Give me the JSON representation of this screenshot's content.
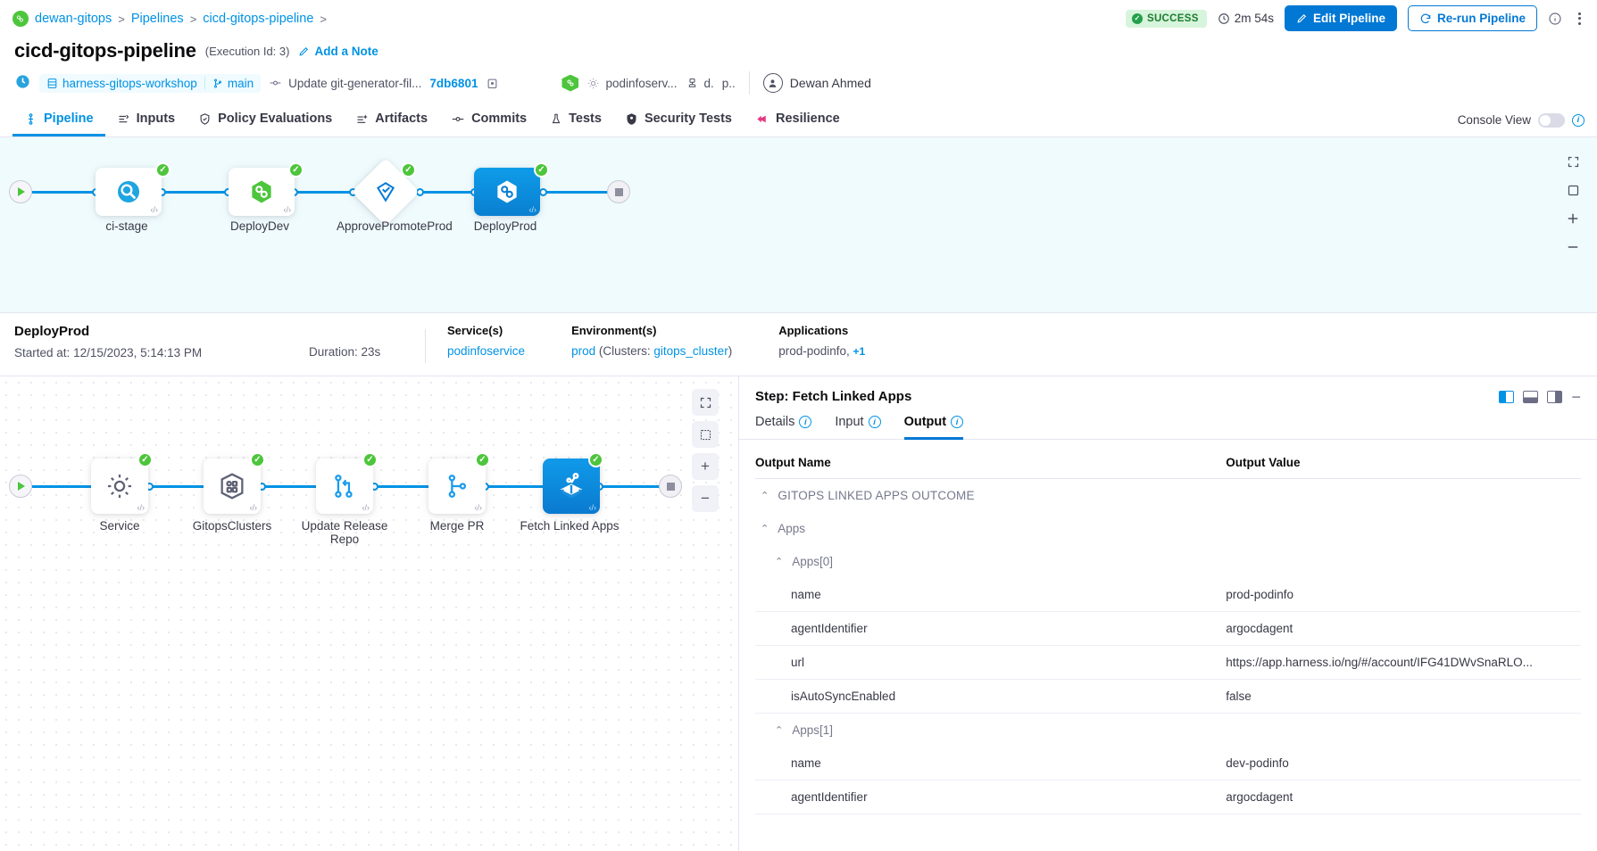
{
  "breadcrumb": {
    "items": [
      "dewan-gitops",
      "Pipelines",
      "cicd-gitops-pipeline"
    ],
    "separator": ">"
  },
  "header": {
    "status": "SUCCESS",
    "duration": "2m 54s",
    "edit_label": "Edit Pipeline",
    "rerun_label": "Re-run Pipeline"
  },
  "title": {
    "name": "cicd-gitops-pipeline",
    "execution_id": "(Execution Id: 3)",
    "add_note": "Add a Note"
  },
  "meta": {
    "repo": "harness-gitops-workshop",
    "branch": "main",
    "commit_message": "Update git-generator-fil...",
    "commit_sha": "7db6801",
    "service": "podinfoserv...",
    "trunc_a": "d.",
    "trunc_b": "p..",
    "user": "Dewan Ahmed"
  },
  "tabs": {
    "items": [
      {
        "label": "Pipeline",
        "icon": "pipeline-icon",
        "active": true
      },
      {
        "label": "Inputs",
        "icon": "inputs-icon",
        "active": false
      },
      {
        "label": "Policy Evaluations",
        "icon": "policy-icon",
        "active": false
      },
      {
        "label": "Artifacts",
        "icon": "artifacts-icon",
        "active": false
      },
      {
        "label": "Commits",
        "icon": "commits-icon",
        "active": false
      },
      {
        "label": "Tests",
        "icon": "tests-icon",
        "active": false
      },
      {
        "label": "Security Tests",
        "icon": "shield-icon",
        "active": false
      },
      {
        "label": "Resilience",
        "icon": "resilience-icon",
        "active": false
      }
    ],
    "console_view": "Console View"
  },
  "stage_graph": {
    "stages": [
      {
        "label": "ci-stage",
        "type": "card",
        "status": "success",
        "selected": false,
        "icon": "ci-build-icon"
      },
      {
        "label": "DeployDev",
        "type": "card",
        "status": "success",
        "selected": false,
        "icon": "harness-hex-green-icon"
      },
      {
        "label": "ApprovePromoteProd",
        "type": "diamond",
        "status": "success",
        "selected": false,
        "icon": "approval-icon"
      },
      {
        "label": "DeployProd",
        "type": "card",
        "status": "success",
        "selected": true,
        "icon": "harness-hex-white-icon"
      }
    ]
  },
  "summary": {
    "stage_name": "DeployProd",
    "started_label": "Started at:",
    "started_value": "12/15/2023, 5:14:13 PM",
    "duration": "Duration: 23s",
    "services_label": "Service(s)",
    "services_value": "podinfoservice",
    "environments_label": "Environment(s)",
    "environment_value": "prod",
    "clusters_prefix": "(Clusters:",
    "clusters_value": "gitops_cluster",
    "clusters_suffix": ")",
    "applications_label": "Applications",
    "applications_value": "prod-podinfo,",
    "applications_more": "+1"
  },
  "step_graph": {
    "steps": [
      {
        "label": "Service",
        "status": "success",
        "selected": false,
        "icon": "gear-icon"
      },
      {
        "label": "GitopsClusters",
        "status": "success",
        "selected": false,
        "icon": "cluster-icon"
      },
      {
        "label": "Update Release Repo",
        "status": "success",
        "selected": false,
        "icon": "git-update-icon"
      },
      {
        "label": "Merge PR",
        "status": "success",
        "selected": false,
        "icon": "merge-icon"
      },
      {
        "label": "Fetch Linked Apps",
        "status": "success",
        "selected": true,
        "icon": "fetch-apps-icon"
      }
    ]
  },
  "detail": {
    "title": "Step: Fetch Linked Apps",
    "tabs": [
      {
        "label": "Details",
        "active": false
      },
      {
        "label": "Input",
        "active": false
      },
      {
        "label": "Output",
        "active": true
      }
    ],
    "columns": [
      "Output Name",
      "Output Value"
    ],
    "rows": [
      {
        "kind": "group",
        "indent": 1,
        "name": "GITOPS LINKED APPS OUTCOME",
        "value": "",
        "expanded": true
      },
      {
        "kind": "group",
        "indent": 1,
        "name": "Apps",
        "value": "",
        "expanded": true
      },
      {
        "kind": "group",
        "indent": 2,
        "name": "Apps[0]",
        "value": "",
        "expanded": true
      },
      {
        "kind": "leaf",
        "indent": 3,
        "name": "name",
        "value": "prod-podinfo"
      },
      {
        "kind": "leaf",
        "indent": 3,
        "name": "agentIdentifier",
        "value": "argocdagent"
      },
      {
        "kind": "leaf",
        "indent": 3,
        "name": "url",
        "value": "https://app.harness.io/ng/#/account/IFG41DWvSnaRLO...",
        "link": true
      },
      {
        "kind": "leaf",
        "indent": 3,
        "name": "isAutoSyncEnabled",
        "value": "false"
      },
      {
        "kind": "group",
        "indent": 2,
        "name": "Apps[1]",
        "value": "",
        "expanded": true
      },
      {
        "kind": "leaf",
        "indent": 3,
        "name": "name",
        "value": "dev-podinfo"
      },
      {
        "kind": "leaf",
        "indent": 3,
        "name": "agentIdentifier",
        "value": "argocdagent"
      }
    ]
  },
  "colors": {
    "accent": "#0092e4",
    "primary": "#0278d5",
    "success": "#4dc53c",
    "success_pill_bg": "#d7f4dc",
    "success_pill_text": "#1b7b2e",
    "stage_bg": "#effbfd"
  }
}
